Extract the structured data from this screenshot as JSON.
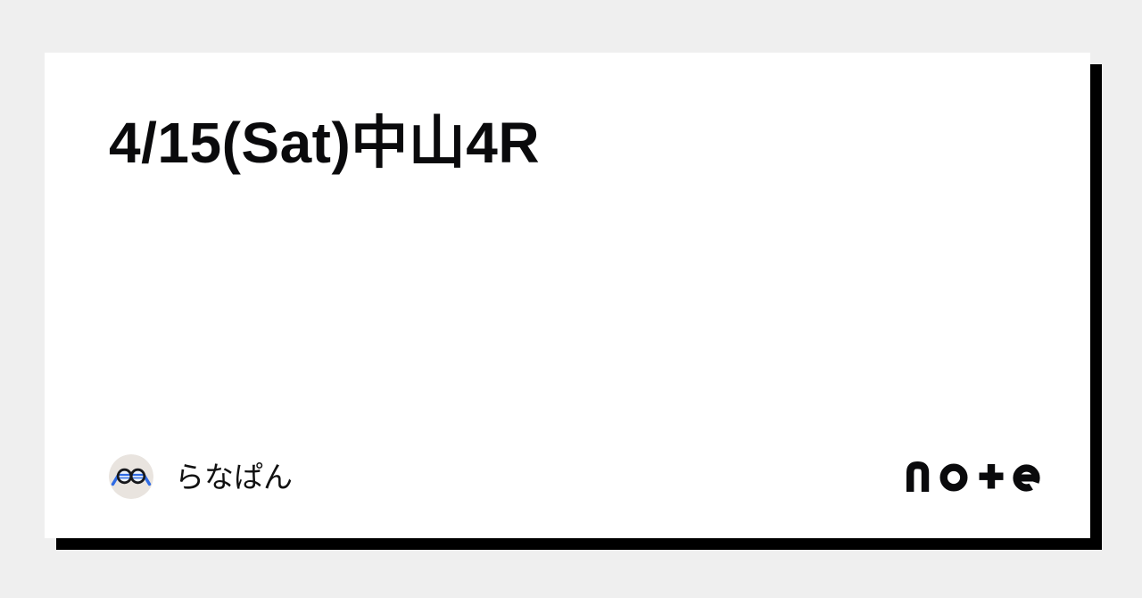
{
  "page": {
    "background_color": "#efefef",
    "card_background": "#ffffff",
    "shadow_color": "#000000",
    "title_color": "#0a0a0c",
    "accent_blue": "#2f6be4",
    "avatar_background": "#e9e4df"
  },
  "article": {
    "title": "4/15(Sat)中山4R"
  },
  "author": {
    "name": "らなぱん",
    "avatar_icon": "glasses-icon"
  },
  "footer": {
    "brand": "note",
    "brand_logo_text": "no+e"
  }
}
